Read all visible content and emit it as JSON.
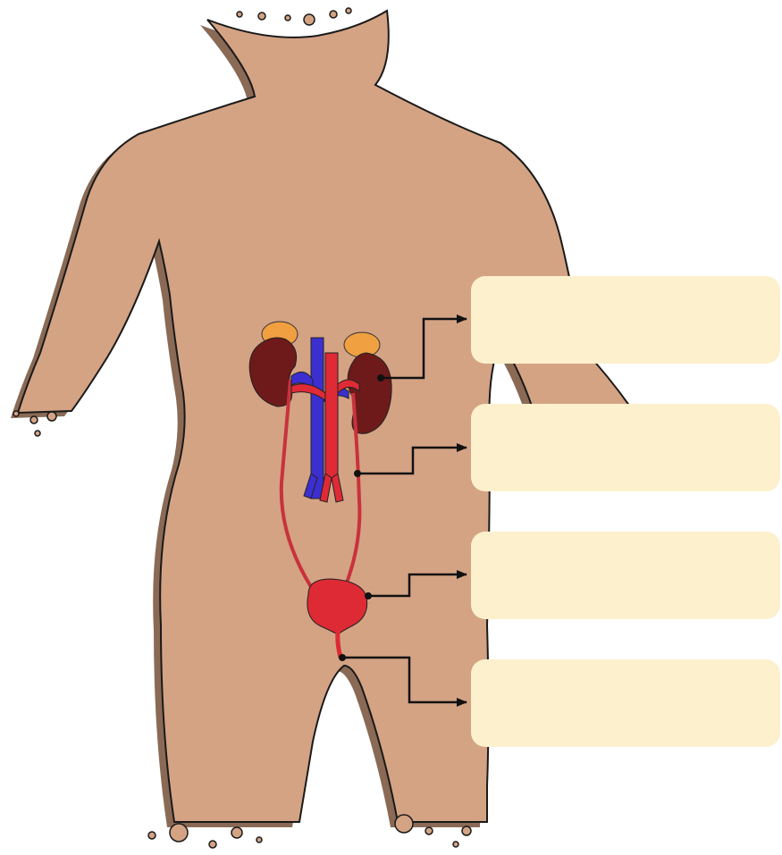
{
  "colors": {
    "skin": "#d4a384",
    "skin_shadow": "#8a6a55",
    "outline": "#1a1a1a",
    "kidney": "#6e1a1a",
    "adrenal": "#f0a040",
    "vein": "#3b2fd0",
    "artery": "#e02a36",
    "ureter": "#c8323c",
    "bladder": "#dd2a35",
    "label_box": "#fdf0cd",
    "leader": "#111111"
  },
  "labels": [
    {
      "id": "kidney",
      "text": ""
    },
    {
      "id": "ureter",
      "text": ""
    },
    {
      "id": "bladder",
      "text": ""
    },
    {
      "id": "urethra",
      "text": ""
    }
  ]
}
